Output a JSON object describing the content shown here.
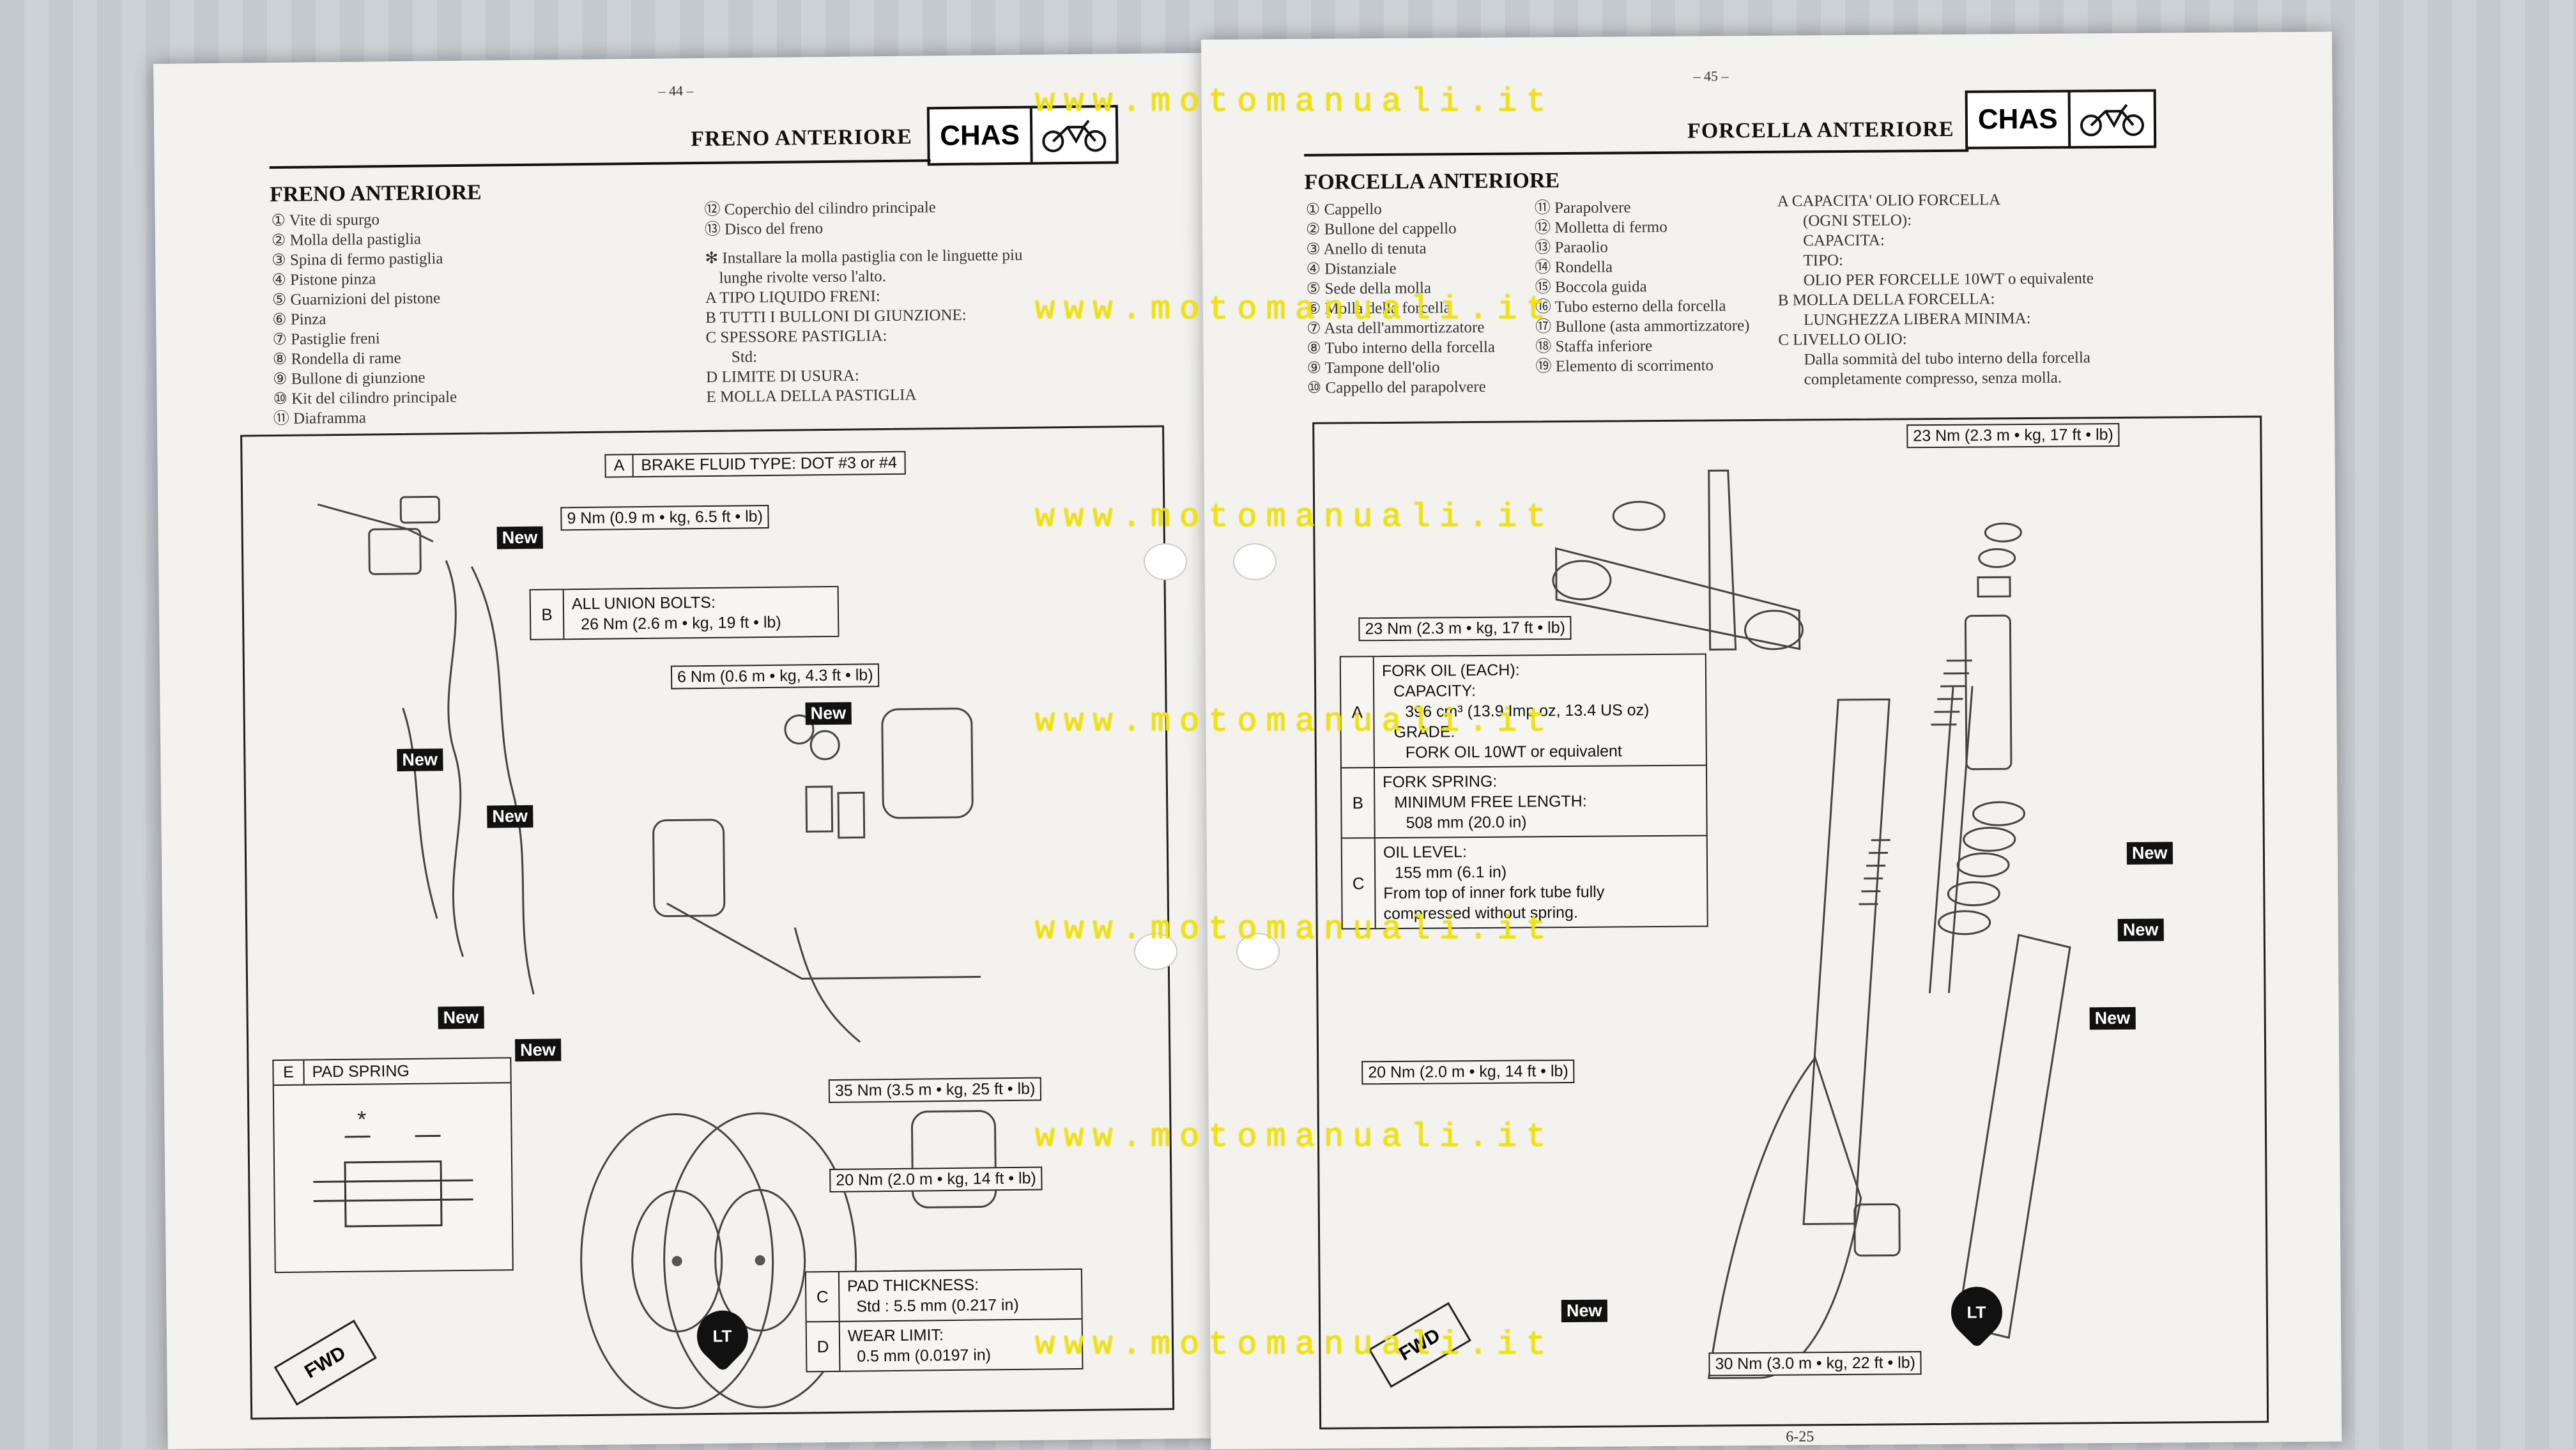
{
  "left_page": {
    "page_number": "– 44 –",
    "header_title": "FRENO ANTERIORE",
    "header_badge": "CHAS",
    "section_title": "FRENO ANTERIORE",
    "parts_col1": [
      "① Vite di spurgo",
      "② Molla della pastiglia",
      "③ Spina di fermo pastiglia",
      "④ Pistone pinza",
      "⑤ Guarnizioni del pistone",
      "⑥ Pinza",
      "⑦ Pastiglie freni",
      "⑧ Rondella di rame",
      "⑨ Bullone di giunzione",
      "⑩ Kit del cilindro principale",
      "⑪ Diaframma"
    ],
    "parts_col2": [
      "⑫ Coperchio del cilindro principale",
      "⑬ Disco del freno"
    ],
    "notes": [
      "✻ Installare la molla pastiglia con le linguette piu",
      "lunghe rivolte verso l'alto.",
      "A TIPO LIQUIDO FRENI:",
      "B TUTTI I BULLONI DI GIUNZIONE:",
      "C SPESSORE PASTIGLIA:",
      "Std:",
      "D LIMITE DI USURA:",
      "E MOLLA DELLA PASTIGLIA"
    ],
    "callouts": {
      "brake_fluid_label": "A",
      "brake_fluid": "BRAKE FLUID TYPE: DOT #3 or #4",
      "torque_9": "9 Nm (0.9 m • kg, 6.5 ft • lb)",
      "union_label": "B",
      "union_line1": "ALL UNION BOLTS:",
      "union_line2": "26 Nm  (2.6 m • kg, 19 ft • lb)",
      "torque_6": "6 Nm (0.6 m • kg, 4.3 ft • lb)",
      "torque_35": "35 Nm (3.5 m • kg, 25 ft • lb)",
      "torque_20": "20 Nm (2.0 m • kg, 14 ft • lb)",
      "pad_spring_label": "E",
      "pad_spring": "PAD SPRING",
      "pad_thick_label": "C",
      "pad_thick_1": "PAD THICKNESS:",
      "pad_thick_2": "Std : 5.5 mm (0.217 in)",
      "wear_label": "D",
      "wear_1": "WEAR LIMIT:",
      "wear_2": "0.5 mm (0.0197 in)",
      "new_tag": "New",
      "fwd": "FWD",
      "lt": "LT"
    }
  },
  "right_page": {
    "page_number": "– 45 –",
    "header_title": "FORCELLA ANTERIORE",
    "header_badge": "CHAS",
    "section_title": "FORCELLA ANTERIORE",
    "parts_col1": [
      "① Cappello",
      "② Bullone del cappello",
      "③ Anello di tenuta",
      "④ Distanziale",
      "⑤ Sede della molla",
      "⑥ Molla della forcella",
      "⑦ Asta dell'ammortizzatore",
      "⑧ Tubo interno della forcella",
      "⑨ Tampone dell'olio",
      "⑩ Cappello del parapolvere"
    ],
    "parts_col2": [
      "⑪ Parapolvere",
      "⑫ Molletta di fermo",
      "⑬ Paraolio",
      "⑭ Rondella",
      "⑮ Boccola guida",
      "⑯ Tubo esterno della forcella",
      "⑰ Bullone (asta ammortizzatore)",
      "⑱ Staffa inferiore",
      "⑲ Elemento di scorrimento"
    ],
    "notes": [
      "A CAPACITA' OLIO FORCELLA",
      "(OGNI STELO):",
      "CAPACITA:",
      "TIPO:",
      "OLIO PER FORCELLE 10WT o equivalente",
      "B MOLLA DELLA FORCELLA:",
      "LUNGHEZZA LIBERA MINIMA:",
      "C LIVELLO OLIO:",
      "Dalla sommità del tubo interno della forcella",
      "completamente compresso, senza molla."
    ],
    "callouts": {
      "torque_23a": "23 Nm (2.3 m • kg, 17 ft • lb)",
      "torque_23b": "23 Nm (2.3 m • kg, 17 ft • lb)",
      "oil_label": "A",
      "oil": [
        "FORK OIL (EACH):",
        "CAPACITY:",
        "396 cm³ (13.9 Imp oz, 13.4 US oz)",
        "GRADE:",
        "FORK OIL 10WT or equivalent"
      ],
      "spring_label": "B",
      "spring": [
        "FORK SPRING:",
        "MINIMUM FREE LENGTH:",
        "508 mm (20.0 in)"
      ],
      "level_label": "C",
      "level": [
        "OIL LEVEL:",
        "155 mm (6.1 in)",
        "From top of inner fork tube fully",
        "compressed without spring."
      ],
      "torque_20": "20 Nm (2.0 m • kg, 14 ft • lb)",
      "torque_30": "30 Nm (3.0 m • kg, 22 ft • lb)",
      "new_tag": "New",
      "fwd": "FWD",
      "lt": "LT",
      "footer": "6-25"
    }
  },
  "watermark": "www.motomanuali.it"
}
